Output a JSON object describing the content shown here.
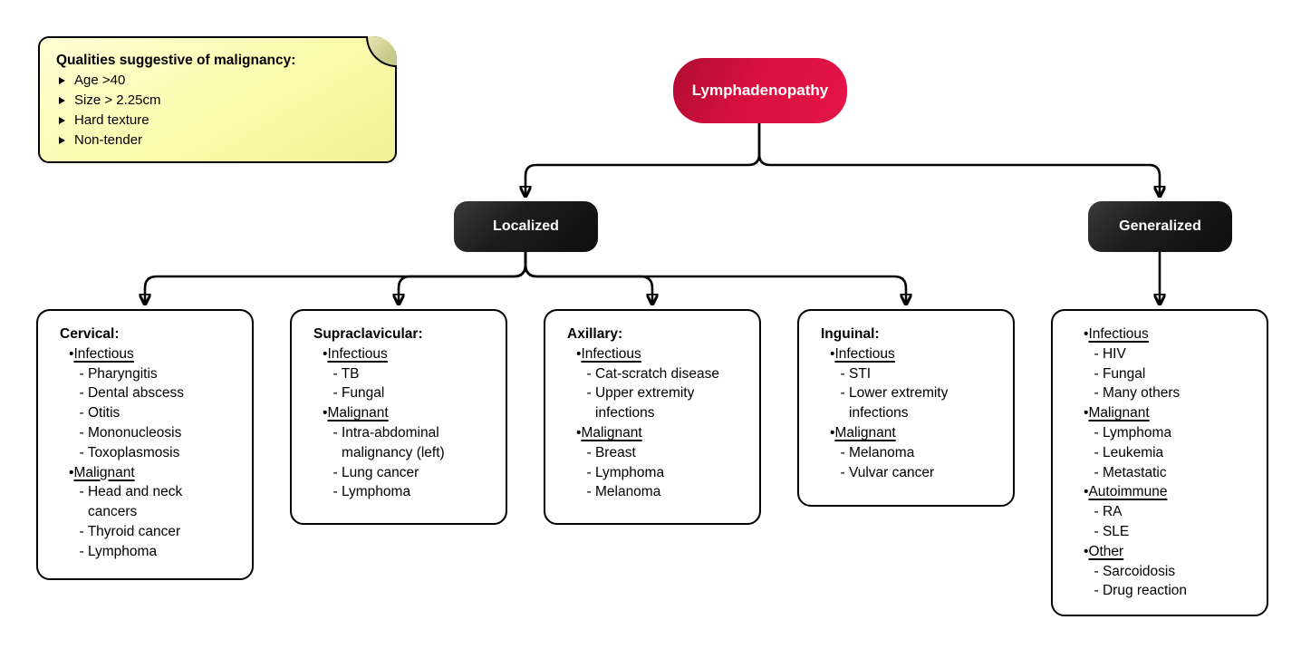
{
  "note": {
    "title": "Qualities suggestive of malignancy:",
    "bullet_icon": "triangle-right",
    "items": [
      "Age >40",
      "Size > 2.25cm",
      "Hard texture",
      "Non-tender"
    ]
  },
  "nodes": {
    "root": {
      "label": "Lymphadenopathy"
    },
    "localized": {
      "label": "Localized"
    },
    "generalized": {
      "label": "Generalized"
    }
  },
  "ui": {
    "bullet_char": "•",
    "dash_char": "-"
  },
  "boxes": [
    {
      "id": "cervical",
      "title": "Cervical:",
      "sections": [
        {
          "label": "Infectious",
          "items": [
            "Pharyngitis",
            "Dental abscess",
            "Otitis",
            "Mononucleosis",
            "Toxoplasmosis"
          ]
        },
        {
          "label": "Malignant",
          "items": [
            "Head and neck\ncancers",
            "Thyroid cancer",
            "Lymphoma"
          ]
        }
      ]
    },
    {
      "id": "supraclavicular",
      "title": "Supraclavicular:",
      "sections": [
        {
          "label": "Infectious",
          "items": [
            "TB",
            "Fungal"
          ]
        },
        {
          "label": "Malignant",
          "items": [
            "Intra-abdominal\nmalignancy (left)",
            "Lung cancer",
            "Lymphoma"
          ]
        }
      ]
    },
    {
      "id": "axillary",
      "title": "Axillary:",
      "sections": [
        {
          "label": "Infectious",
          "items": [
            "Cat-scratch disease",
            "Upper extremity\ninfections"
          ]
        },
        {
          "label": "Malignant",
          "items": [
            "Breast",
            "Lymphoma",
            "Melanoma"
          ]
        }
      ]
    },
    {
      "id": "inguinal",
      "title": "Inguinal:",
      "sections": [
        {
          "label": "Infectious",
          "items": [
            "STI",
            "Lower extremity\ninfections"
          ]
        },
        {
          "label": "Malignant",
          "items": [
            "Melanoma",
            "Vulvar cancer"
          ]
        }
      ]
    },
    {
      "id": "generalized-causes",
      "title": "",
      "sections": [
        {
          "label": "Infectious",
          "items": [
            "HIV",
            "Fungal",
            "Many others"
          ]
        },
        {
          "label": "Malignant",
          "items": [
            "Lymphoma",
            "Leukemia",
            "Metastatic"
          ]
        },
        {
          "label": "Autoimmune",
          "items": [
            "RA",
            "SLE"
          ]
        },
        {
          "label": "Other",
          "items": [
            "Sarcoidosis",
            "Drug reaction"
          ]
        }
      ]
    }
  ],
  "colors": {
    "accent_red": "#d81040",
    "accent_red_dark": "#b00c33",
    "node_black": "#0e0e0e",
    "node_black_light": "#3a3a3a",
    "note_bg": "#fbfbab",
    "note_bg_light": "#ffffd6",
    "note_fold": "#c9c98c",
    "line_black": "#000000",
    "box_bg": "#ffffff"
  }
}
